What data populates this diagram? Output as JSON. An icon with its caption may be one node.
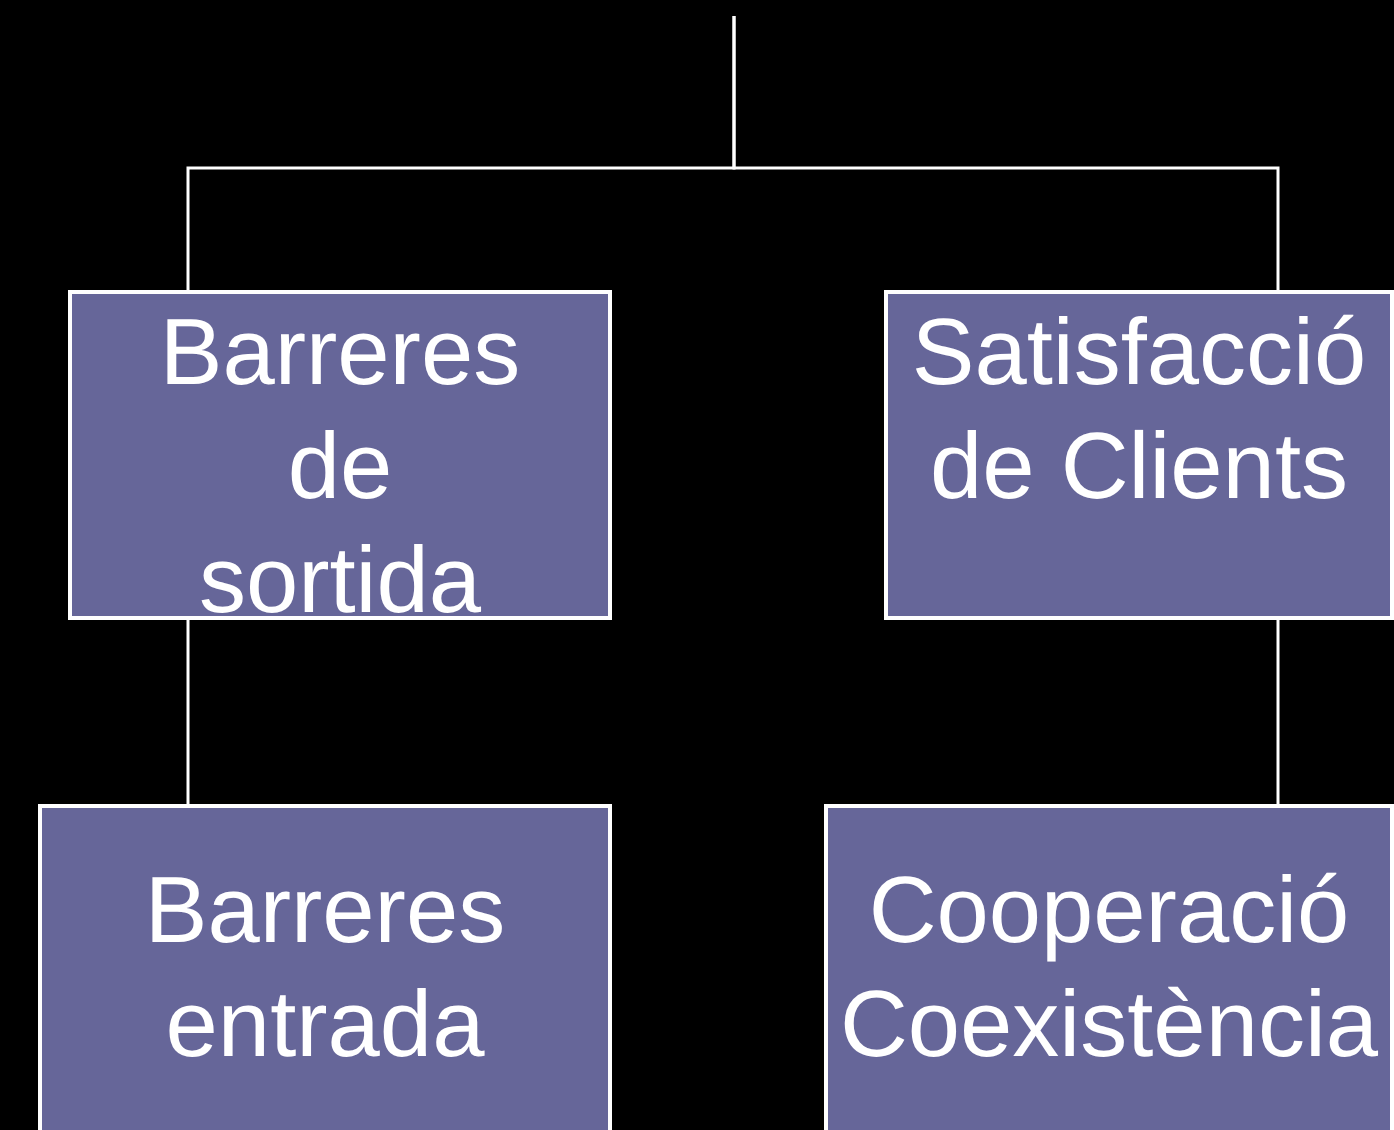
{
  "diagram": {
    "nodes": [
      {
        "text": [
          "Barreres de sortida"
        ]
      },
      {
        "text": [
          "Satisfacció de Clients"
        ]
      },
      {
        "text": [
          "Barreres entrada"
        ]
      },
      {
        "text": [
          "Cooperació Coexistència"
        ]
      }
    ],
    "edges": [
      {
        "from": null,
        "to": 0,
        "arrow": "none"
      },
      {
        "from": null,
        "to": 1,
        "arrow": "none"
      },
      {
        "from": 0,
        "to": 2,
        "arrow": "none"
      },
      {
        "from": 1,
        "to": 3,
        "arrow": "none"
      }
    ]
  }
}
